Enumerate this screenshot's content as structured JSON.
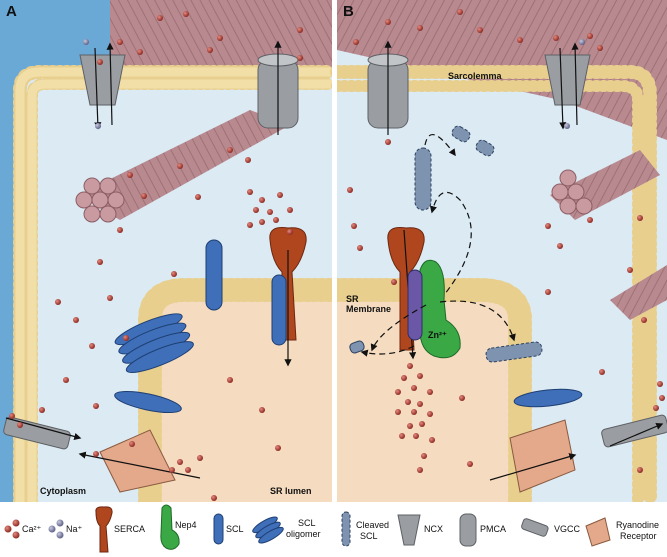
{
  "colors": {
    "sr_lumen": "#f5dcc0",
    "cytoplasm": "#dbeaf3",
    "extracellular": "#6aa8d6",
    "muscle": "#b98a8f",
    "calcium": "#b03a2e",
    "sodium": "#8c8fae",
    "serca": "#b0461e",
    "nep4": "#3aa845",
    "scl": "#3e6fb8",
    "pmca": "#9a9ea2",
    "ryr": "#e3a98a"
  },
  "panels": {
    "a": {
      "letter": "A",
      "cytoplasm_label": "Cytoplasm",
      "lumen_label": "SR lumen"
    },
    "b": {
      "letter": "B",
      "sarcolemma_label": "Sarcolemma",
      "sr_membrane_label_1": "SR",
      "sr_membrane_label_2": "Membrane",
      "zinc_label": "Zn²⁺"
    }
  },
  "legend": {
    "items": [
      {
        "id": "ca",
        "label": "Ca²⁺",
        "icon": "red-ion-icon"
      },
      {
        "id": "na",
        "label": "Na⁺",
        "icon": "purple-ion-icon"
      },
      {
        "id": "serca",
        "label": "SERCA",
        "icon": "serca-icon"
      },
      {
        "id": "nep4",
        "label": "Nep4",
        "icon": "nep4-icon"
      },
      {
        "id": "scl",
        "label": "SCL",
        "icon": "scl-icon"
      },
      {
        "id": "scl_oligomer",
        "label_1": "SCL",
        "label_2": "oligomer",
        "icon": "scl-oligomer-icon"
      },
      {
        "id": "cleaved_scl",
        "label_1": "Cleaved",
        "label_2": "SCL",
        "icon": "cleaved-scl-icon"
      },
      {
        "id": "ncx",
        "label": "NCX",
        "icon": "ncx-icon"
      },
      {
        "id": "pmca",
        "label": "PMCA",
        "icon": "pmca-icon"
      },
      {
        "id": "vgcc",
        "label": "VGCC",
        "icon": "vgcc-icon"
      },
      {
        "id": "ryr",
        "label_1": "Ryanodine",
        "label_2": "Receptor",
        "icon": "ryanodine-receptor-icon"
      }
    ]
  }
}
